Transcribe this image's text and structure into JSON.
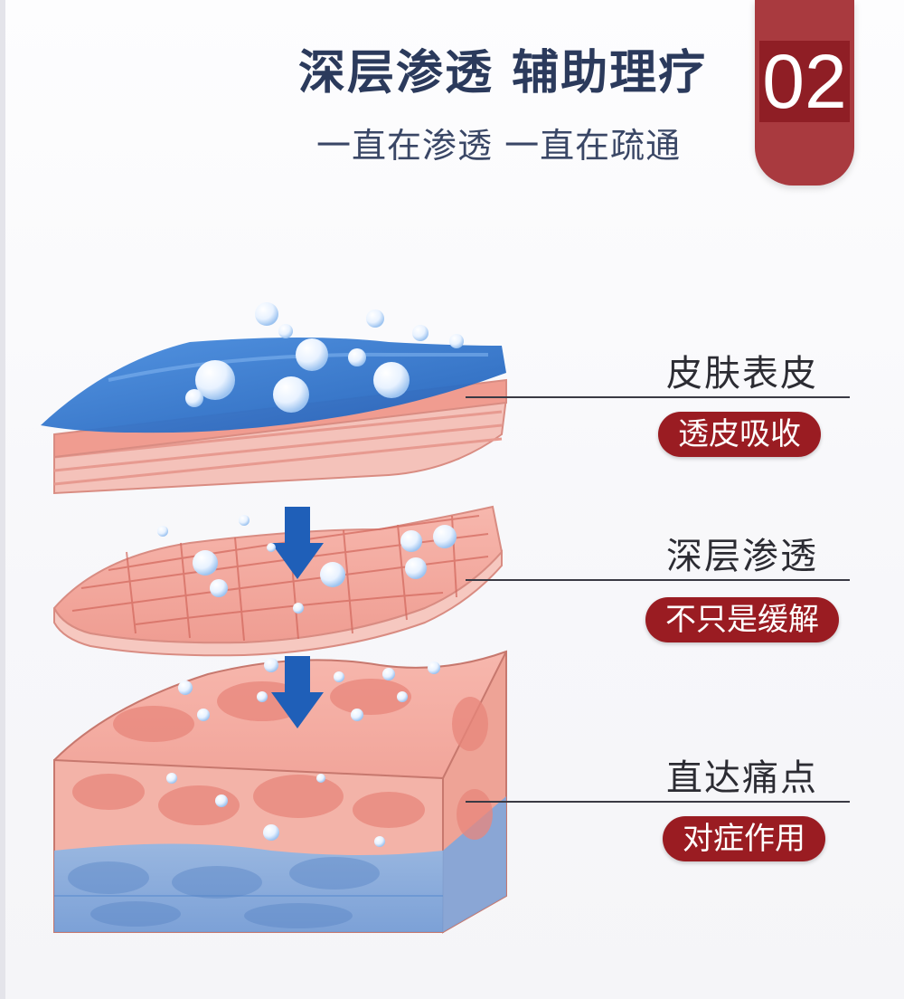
{
  "header": {
    "title": "深层渗透  辅助理疗",
    "subtitle": "一直在渗透 一直在疏通",
    "badge_number": "02"
  },
  "layers": [
    {
      "label": "皮肤表皮",
      "tag": "透皮吸收"
    },
    {
      "label": "深层渗透",
      "tag": "不只是缓解"
    },
    {
      "label": "直达痛点",
      "tag": "对症作用"
    }
  ],
  "colors": {
    "title": "#2b3a5c",
    "badge": "#a93a3f",
    "pill": "#9a1c22",
    "skin": "#f0a59a",
    "blue": "#2f6fc2"
  }
}
